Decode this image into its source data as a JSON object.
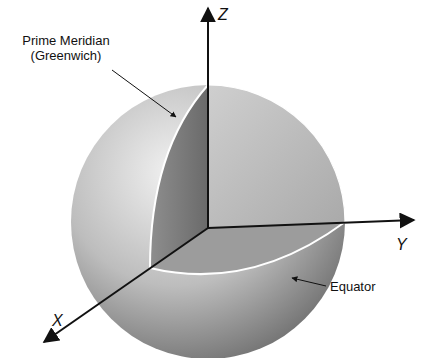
{
  "diagram": {
    "labels": [
      "Prime Meridian (Greenwich)",
      "Z",
      "Y",
      "Equator",
      "X"
    ]
  }
}
